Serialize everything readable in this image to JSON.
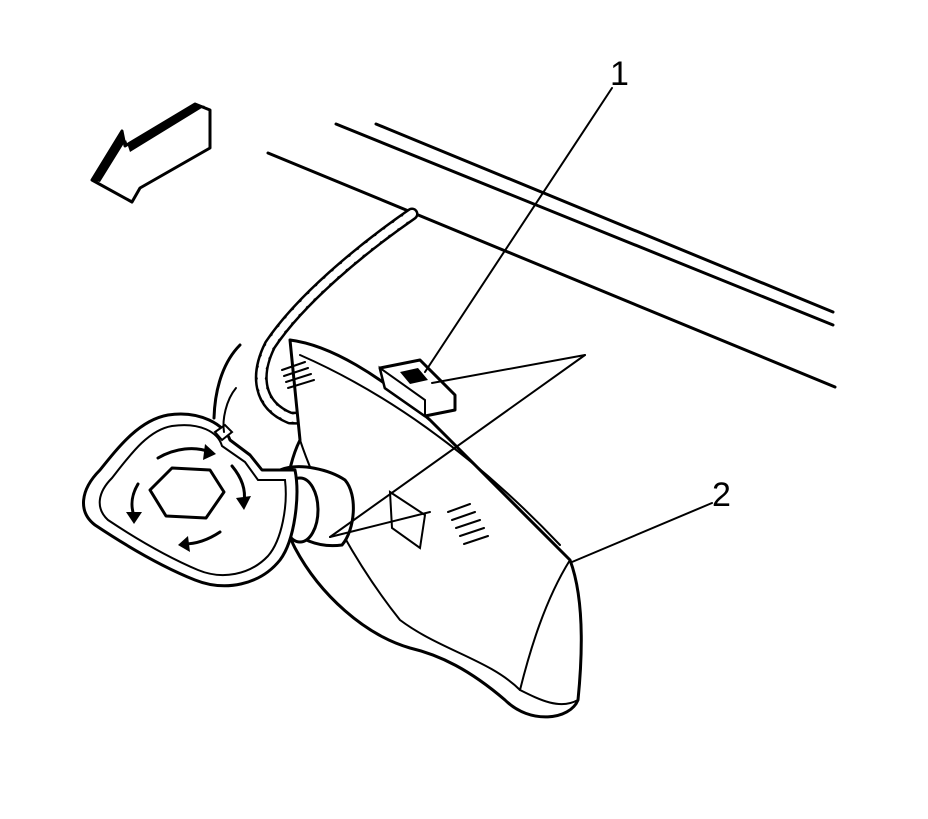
{
  "callouts": [
    {
      "id": "1",
      "text": "1"
    },
    {
      "id": "2",
      "text": "2"
    }
  ],
  "colors": {
    "ink": "#000000",
    "paper": "#ffffff"
  },
  "icons": [
    "direction-arrow-icon",
    "rotation-arrow-icon"
  ]
}
